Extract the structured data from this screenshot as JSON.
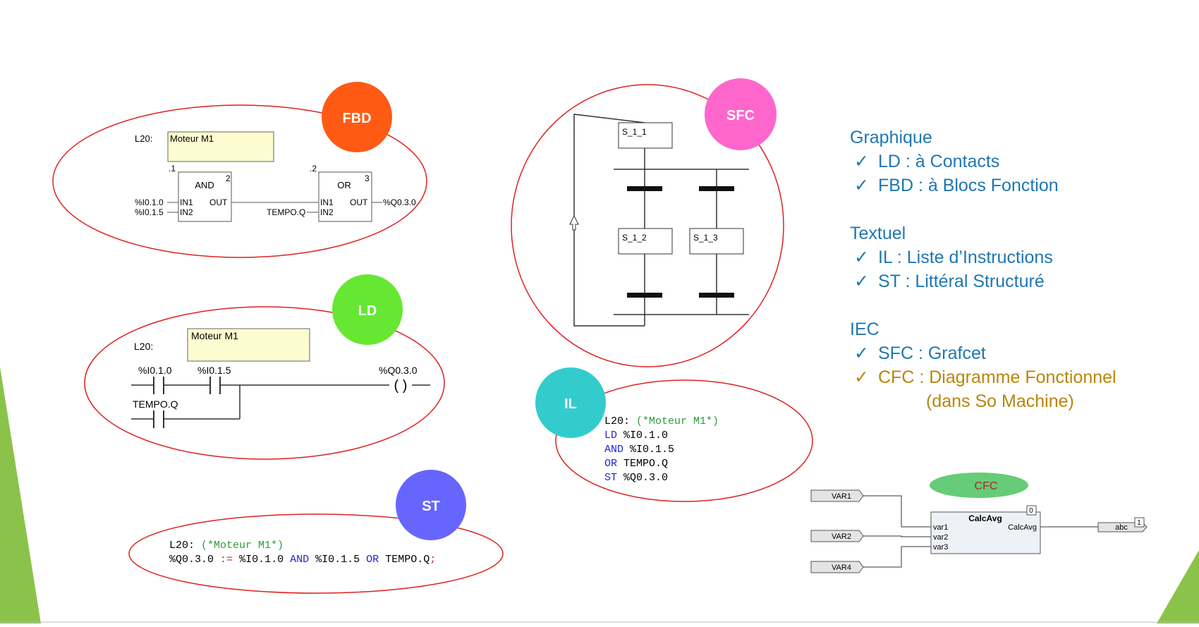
{
  "colors": {
    "ellipse_stroke": "#dd2222",
    "fbd_badge": "#ff5a14",
    "ld_badge": "#66e833",
    "st_badge": "#6666ff",
    "sfc_badge": "#ff66cc",
    "il_badge": "#33cccc",
    "cfc_badge": "#66cc77",
    "text_blue": "#1f77b0",
    "text_gold": "#b8860b",
    "label_box": "#fdfbd0",
    "accent_green": "#8bc34a"
  },
  "badges": {
    "fbd": "FBD",
    "ld": "LD",
    "st": "ST",
    "sfc": "SFC",
    "il": "IL",
    "cfc": "CFC"
  },
  "fbd": {
    "rung": "L20:",
    "comment": "Moteur M1",
    "block1": {
      "num": ".1",
      "id": "2",
      "name": "AND",
      "in1": "IN1",
      "in2": "IN2",
      "out": "OUT"
    },
    "block2": {
      "num": ".2",
      "id": "3",
      "name": "OR",
      "in1": "IN1",
      "in2": "IN2",
      "out": "OUT"
    },
    "var_a": "%I0.1.0",
    "var_b": "%I0.1.5",
    "var_c": "TEMPO.Q",
    "var_out": "%Q0.3.0"
  },
  "ld": {
    "rung": "L20:",
    "comment": "Moteur M1",
    "c1": "%I0.1.0",
    "c2": "%I0.1.5",
    "c3": "TEMPO.Q",
    "coil": "%Q0.3.0",
    "coil_symbol": "(   )"
  },
  "st": {
    "rung": "L20:",
    "comment": "(*Moteur M1*)",
    "line": {
      "out": "%Q0.3.0",
      "assign": ":=",
      "a": "%I0.1.0",
      "op1": "AND",
      "b": "%I0.1.5",
      "op2": "OR",
      "c": "TEMPO.Q",
      "end": ";"
    }
  },
  "sfc": {
    "step1": "S_1_1",
    "step2": "S_1_2",
    "step3": "S_1_3"
  },
  "il": {
    "rung": "L20:",
    "comment": "(*Moteur M1*)",
    "lines": [
      {
        "op": "LD",
        "arg": "%I0.1.0"
      },
      {
        "op": "AND",
        "arg": "%I0.1.5"
      },
      {
        "op": "OR",
        "arg": "TEMPO.Q"
      },
      {
        "op": "ST",
        "arg": "%Q0.3.0"
      }
    ]
  },
  "cfc": {
    "inputs": [
      "VAR1",
      "VAR2",
      "VAR4"
    ],
    "block_name": "CalcAvg",
    "block_id": "0",
    "pins": [
      "var1",
      "var2",
      "var3"
    ],
    "out_pin": "CalcAvg",
    "output": "abc",
    "output_id": "1"
  },
  "panel": {
    "check": "✓",
    "graphique": "Graphique",
    "ld_item": "LD : à Contacts",
    "fbd_item": "FBD : à Blocs Fonction",
    "textuel": "Textuel",
    "il_item": "IL : Liste d’Instructions",
    "st_item": "ST : Littéral Structuré",
    "iec": "IEC",
    "sfc_item": "SFC : Grafcet",
    "cfc_item": "CFC : Diagramme Fonctionnel",
    "cfc_item_cont": "(dans So Machine)"
  }
}
